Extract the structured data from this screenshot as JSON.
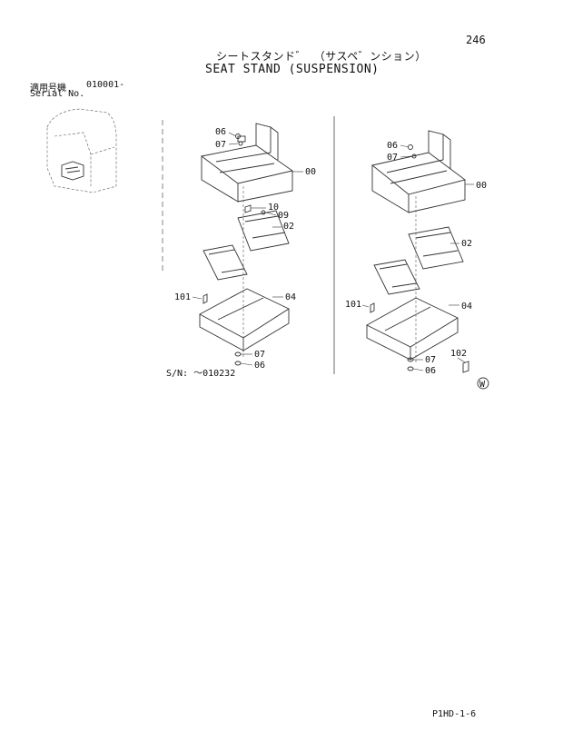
{
  "page": {
    "number": "246",
    "title_jp": "シートスタンド゛ （サスペ゛ンション）",
    "title_en": "SEAT STAND (SUSPENSION)",
    "footer_code": "P1HD-1-6"
  },
  "serial": {
    "label_jp": "適用号機",
    "range": "010001-",
    "label_en": "Serial No."
  },
  "left_view": {
    "parts": [
      "06",
      "07",
      "00",
      "10",
      "09",
      "02",
      "101",
      "04",
      "07",
      "06"
    ],
    "serial_note": "S/N: ～010232"
  },
  "right_view": {
    "parts": [
      "06",
      "07",
      "00",
      "02",
      "101",
      "04",
      "102",
      "07",
      "06"
    ],
    "mark": "W"
  }
}
